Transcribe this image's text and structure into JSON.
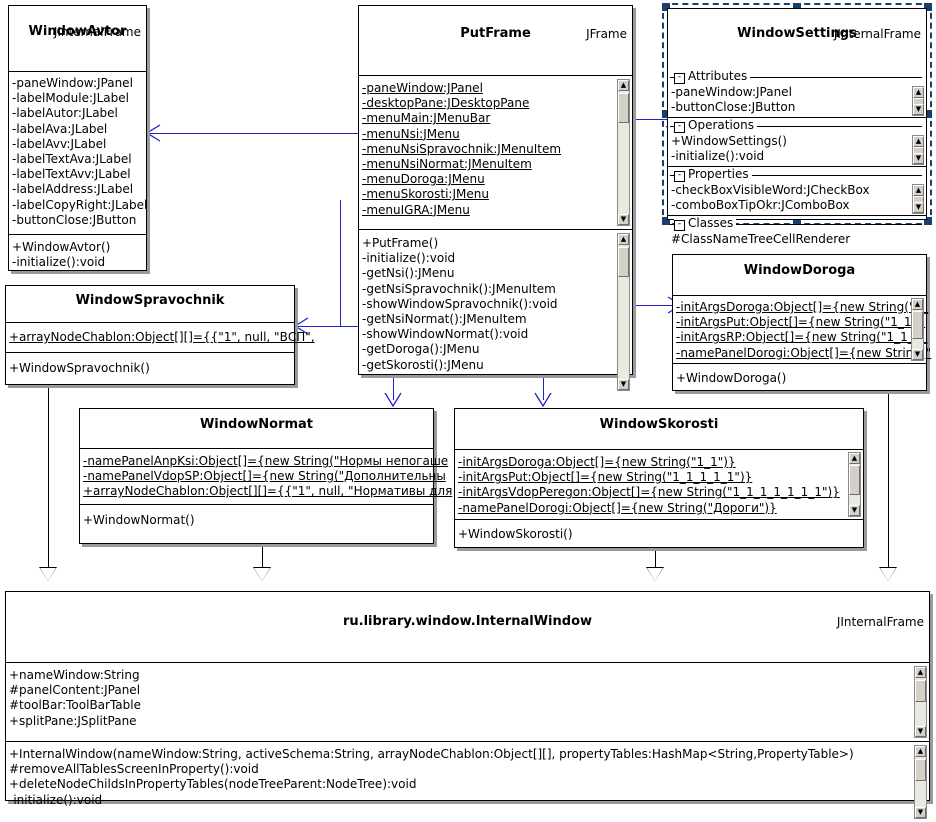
{
  "diagram": {
    "type": "uml-class-diagram",
    "background": "#ffffff",
    "line_color": "#2222cc",
    "selection_color": "#18406b"
  },
  "classes": {
    "window_avtor": {
      "stereotype": "JInternalFrame",
      "name": "WindowAvtor",
      "attributes": [
        "-paneWindow:JPanel",
        "-labelModule:JLabel",
        "-labelAutor:JLabel",
        "-labelAva:JLabel",
        "-labelAvv:JLabel",
        "-labelTextAva:JLabel",
        "-labelTextAvv:JLabel",
        "-labelAddress:JLabel",
        "-labelCopyRight:JLabel",
        "-buttonClose:JButton"
      ],
      "operations": [
        "+WindowAvtor()",
        "-initialize():void"
      ]
    },
    "put_frame": {
      "stereotype": "JFrame",
      "name": "PutFrame",
      "attributes": [
        "-paneWindow:JPanel",
        "-desktopPane:JDesktopPane",
        "-menuMain:JMenuBar",
        "-menuNsi:JMenu",
        "-menuNsiSpravochnik:JMenuItem",
        "-menuNsiNormat:JMenuItem",
        "-menuDoroga:JMenu",
        "-menuSkorosti:JMenu",
        "-menuIGRA:JMenu"
      ],
      "operations": [
        "+PutFrame()",
        "-initialize():void",
        "-getNsi():JMenu",
        "-getNsiSpravochnik():JMenuItem",
        "-showWindowSpravochnik():void",
        "-getNsiNormat():JMenuItem",
        "-showWindowNormat():void",
        "-getDoroga():JMenu",
        "-getSkorosti():JMenu"
      ]
    },
    "window_settings": {
      "selected": true,
      "stereotype": "JInternalFrame",
      "name": "WindowSettings",
      "groups": [
        {
          "label": "Attributes",
          "collapse_glyph": "-",
          "rows": [
            "-paneWindow:JPanel",
            "-buttonClose:JButton"
          ]
        },
        {
          "label": "Operations",
          "collapse_glyph": "-",
          "rows": [
            "+WindowSettings()",
            "-initialize():void"
          ]
        },
        {
          "label": "Properties",
          "collapse_glyph": "-",
          "rows": [
            "-checkBoxVisibleWord:JCheckBox",
            "-comboBoxTipOkr:JComboBox"
          ]
        },
        {
          "label": "Classes",
          "collapse_glyph": "-",
          "rows": [
            "#ClassNameTreeCellRenderer"
          ]
        }
      ]
    },
    "window_spravochnik": {
      "stereotype": "",
      "name": "WindowSpravochnik",
      "attributes": [
        "+arrayNodeChablon:Object[][]={{\"1\", null, \"ВСП\","
      ],
      "operations": [
        "+WindowSpravochnik()"
      ]
    },
    "window_doroga": {
      "stereotype": "",
      "name": "WindowDoroga",
      "attributes": [
        "-initArgsDoroga:Object[]={new String(\"1_",
        "-initArgsPut:Object[]={new String(\"1_1_1",
        "-initArgsRP:Object[]={new String(\"1_1_2_",
        "-namePanelDorogi:Object[]={new String(\""
      ],
      "operations": [
        "+WindowDoroga()"
      ]
    },
    "window_normat": {
      "stereotype": "",
      "name": "WindowNormat",
      "attributes": [
        "-namePanelAnpKsi:Object[]={new String(\"Нормы непогаше",
        "-namePanelVdopSP:Object[]={new String(\"Дополнительны",
        "+arrayNodeChablon:Object[][]={{\"1\", null, \"Нормативы для"
      ],
      "operations": [
        "+WindowNormat()"
      ]
    },
    "window_skorosti": {
      "stereotype": "",
      "name": "WindowSkorosti",
      "attributes": [
        "-initArgsDoroga:Object[]={new String(\"1_1\")}",
        "-initArgsPut:Object[]={new String(\"1_1_1_1_1\")}",
        "-initArgsVdopPeregon:Object[]={new String(\"1_1_1_1_1_1_1\")}",
        "-namePanelDorogi:Object[]={new String(\"Дороги\")}"
      ],
      "operations": [
        "+WindowSkorosti()"
      ]
    },
    "internal_window": {
      "stereotype": "JInternalFrame",
      "name": "ru.library.window.InternalWindow",
      "attributes": [
        "+nameWindow:String",
        "#panelContent:JPanel",
        "#toolBar:ToolBarTable",
        "+splitPane:JSplitPane"
      ],
      "operations": [
        "+InternalWindow(nameWindow:String, activeSchema:String, arrayNodeChablon:Object[][], propertyTables:HashMap<String,PropertyTable>)",
        "#removeAllTablesScreenInProperty():void",
        "+deleteNodeChildsInPropertyTables(nodeTreeParent:NodeTree):void",
        "-initialize():void"
      ]
    }
  },
  "scrollbars": {
    "up_glyph": "▲",
    "down_glyph": "▼"
  }
}
